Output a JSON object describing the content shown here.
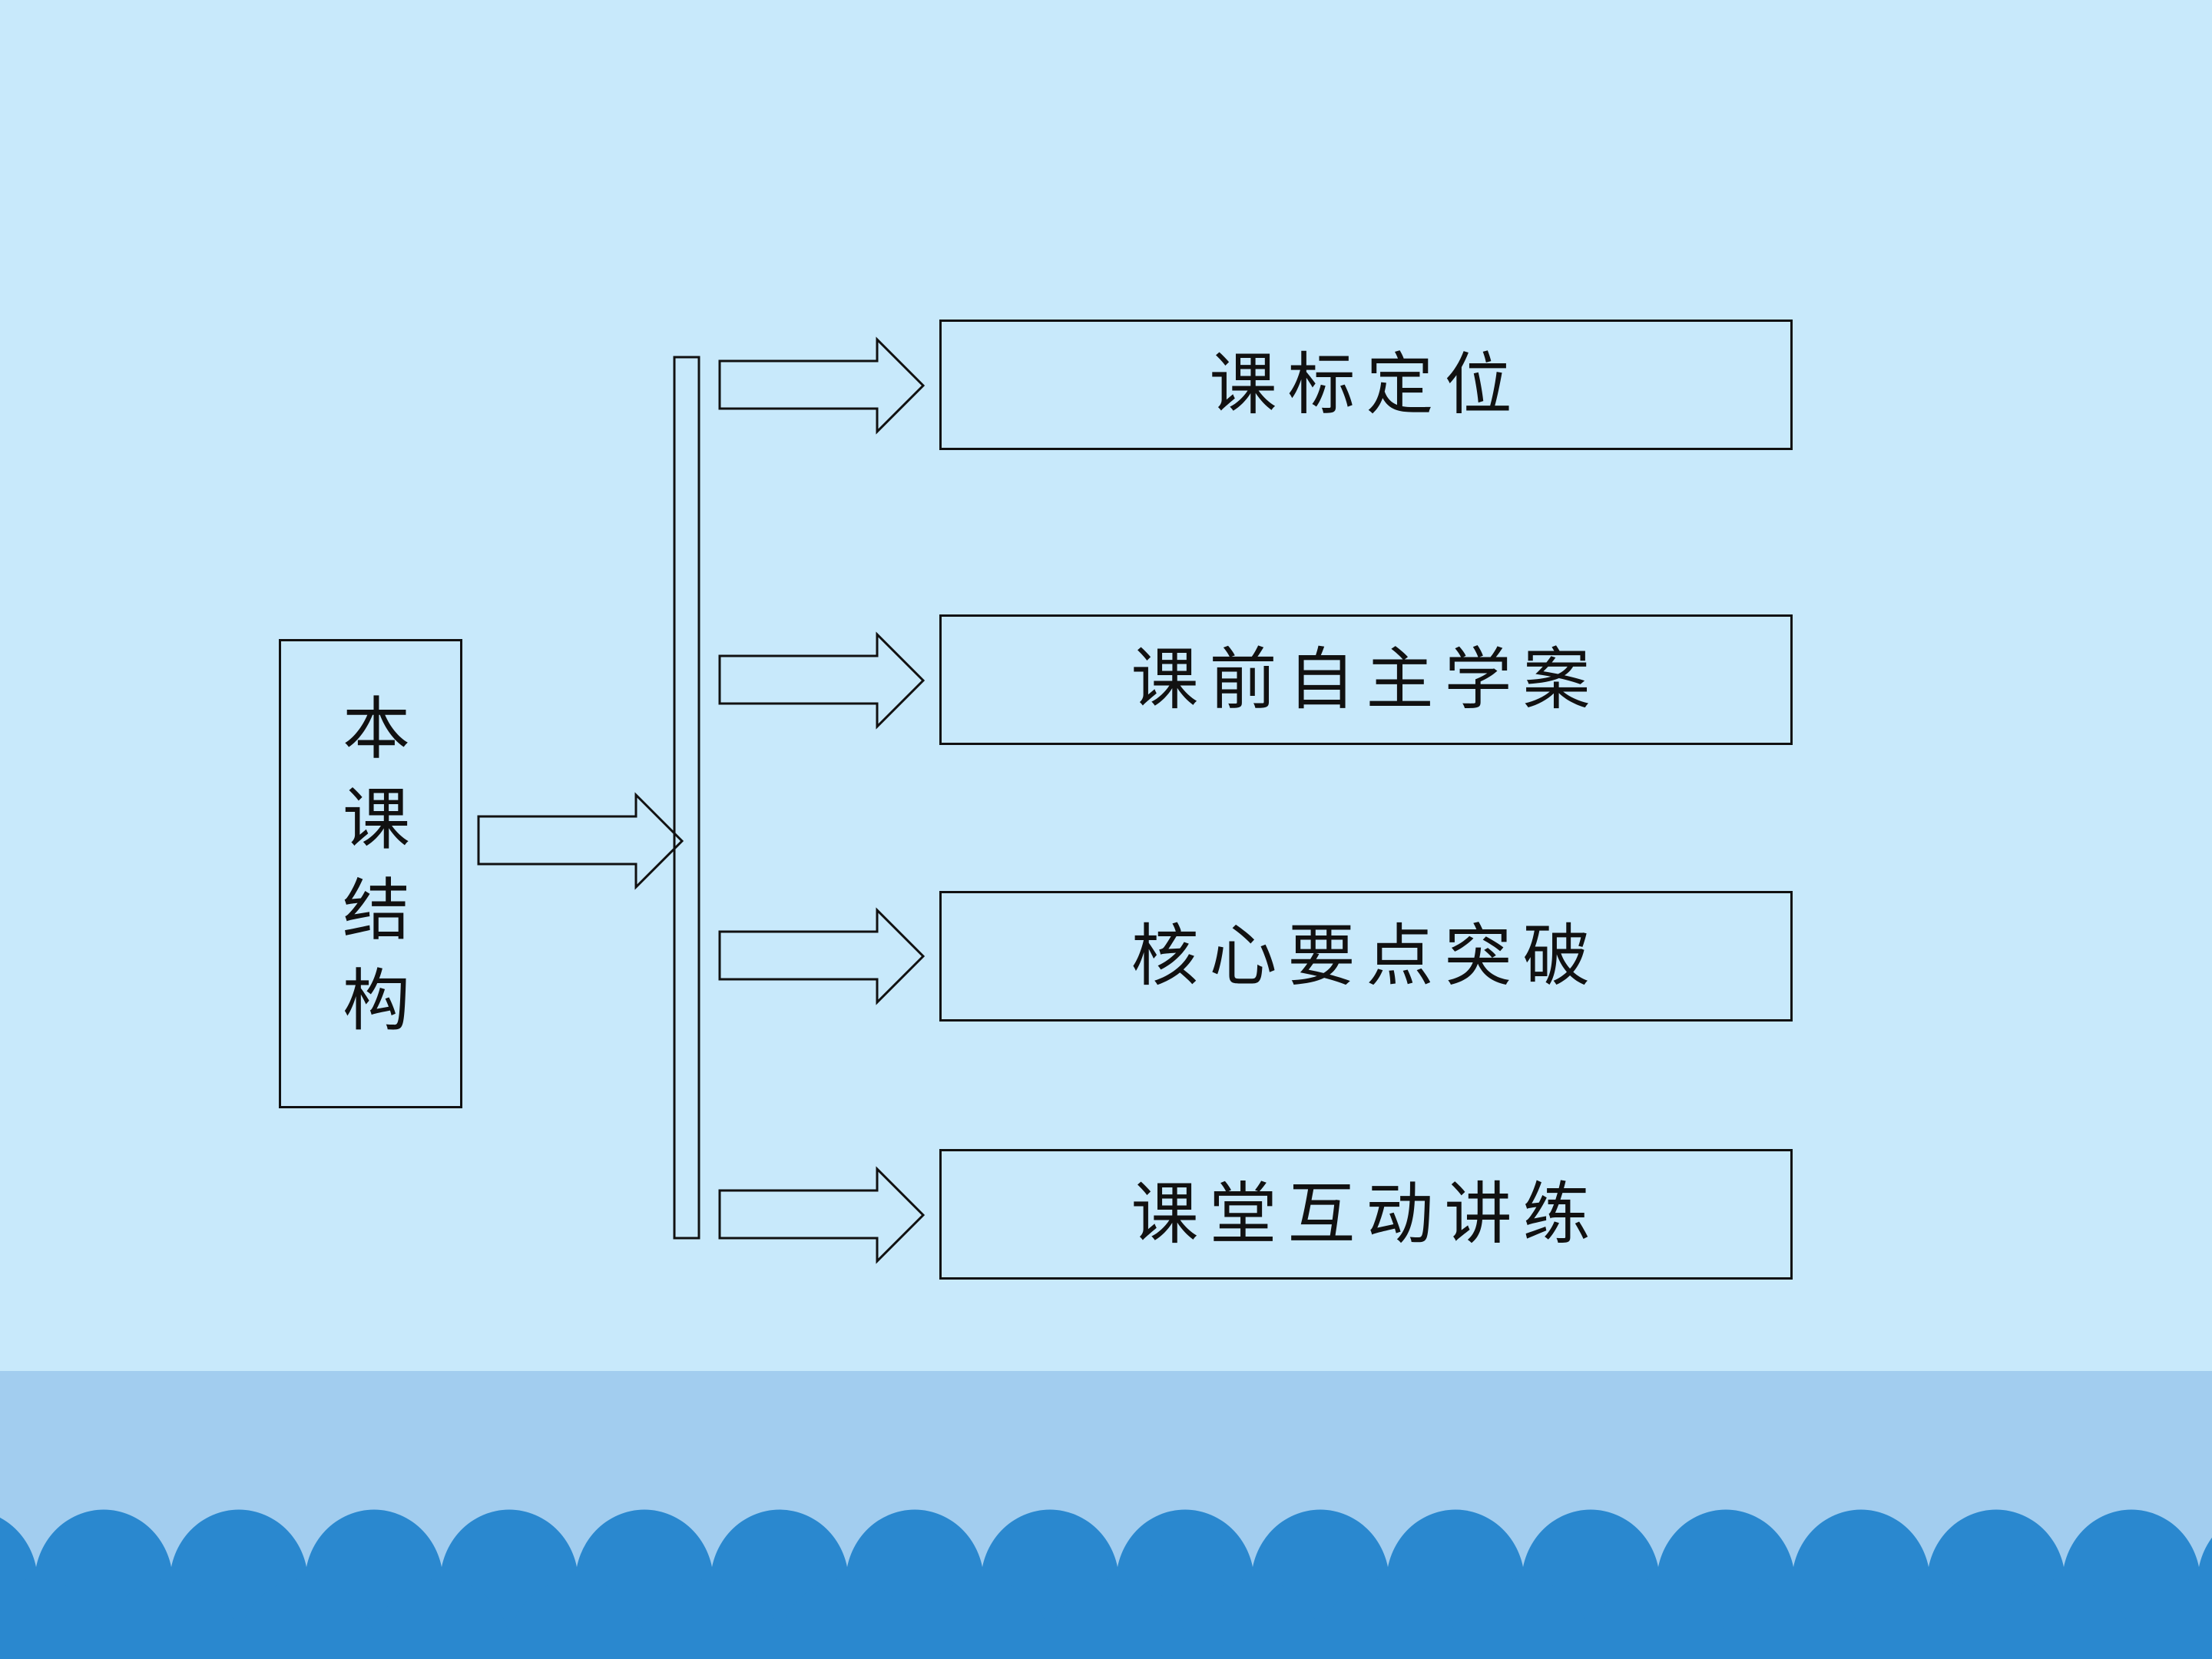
{
  "diagram": {
    "root": {
      "label": "本课结构"
    },
    "children": [
      {
        "label": "课标定位"
      },
      {
        "label": "课前自主学案"
      },
      {
        "label": "核心要点突破"
      },
      {
        "label": "课堂互动讲练"
      }
    ]
  },
  "colors": {
    "background": "#c8e9fb",
    "band": "#a2cdef",
    "scallop": "#2a88cf",
    "stroke": "#111111"
  }
}
